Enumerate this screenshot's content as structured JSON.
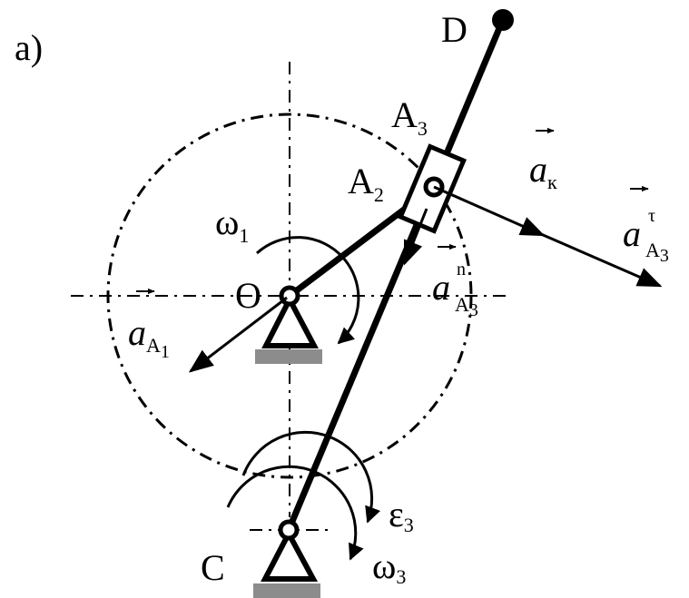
{
  "figure": {
    "panel_label": "a)",
    "points": {
      "O": "O",
      "C": "C",
      "D": "D",
      "A2": {
        "base": "A",
        "sub": "2"
      },
      "A3": {
        "base": "A",
        "sub": "3"
      }
    },
    "angular": {
      "omega1": {
        "base": "ω",
        "sub": "1"
      },
      "omega3": {
        "base": "ω",
        "sub": "3"
      },
      "epsilon3": {
        "base": "ε",
        "sub": "3"
      }
    },
    "accelerations": {
      "aA1": {
        "base": "a",
        "sub": "A",
        "subsub": "1"
      },
      "aK": {
        "base": "a",
        "sub": "к"
      },
      "aA3n": {
        "base": "a",
        "sub": "A",
        "subsub": "3",
        "sup": "n"
      },
      "aA3t": {
        "base": "a",
        "sub": "A",
        "subsub": "3",
        "sup": "τ"
      }
    },
    "colors": {
      "ink": "#000000",
      "ground": "#8c8c8c"
    }
  }
}
